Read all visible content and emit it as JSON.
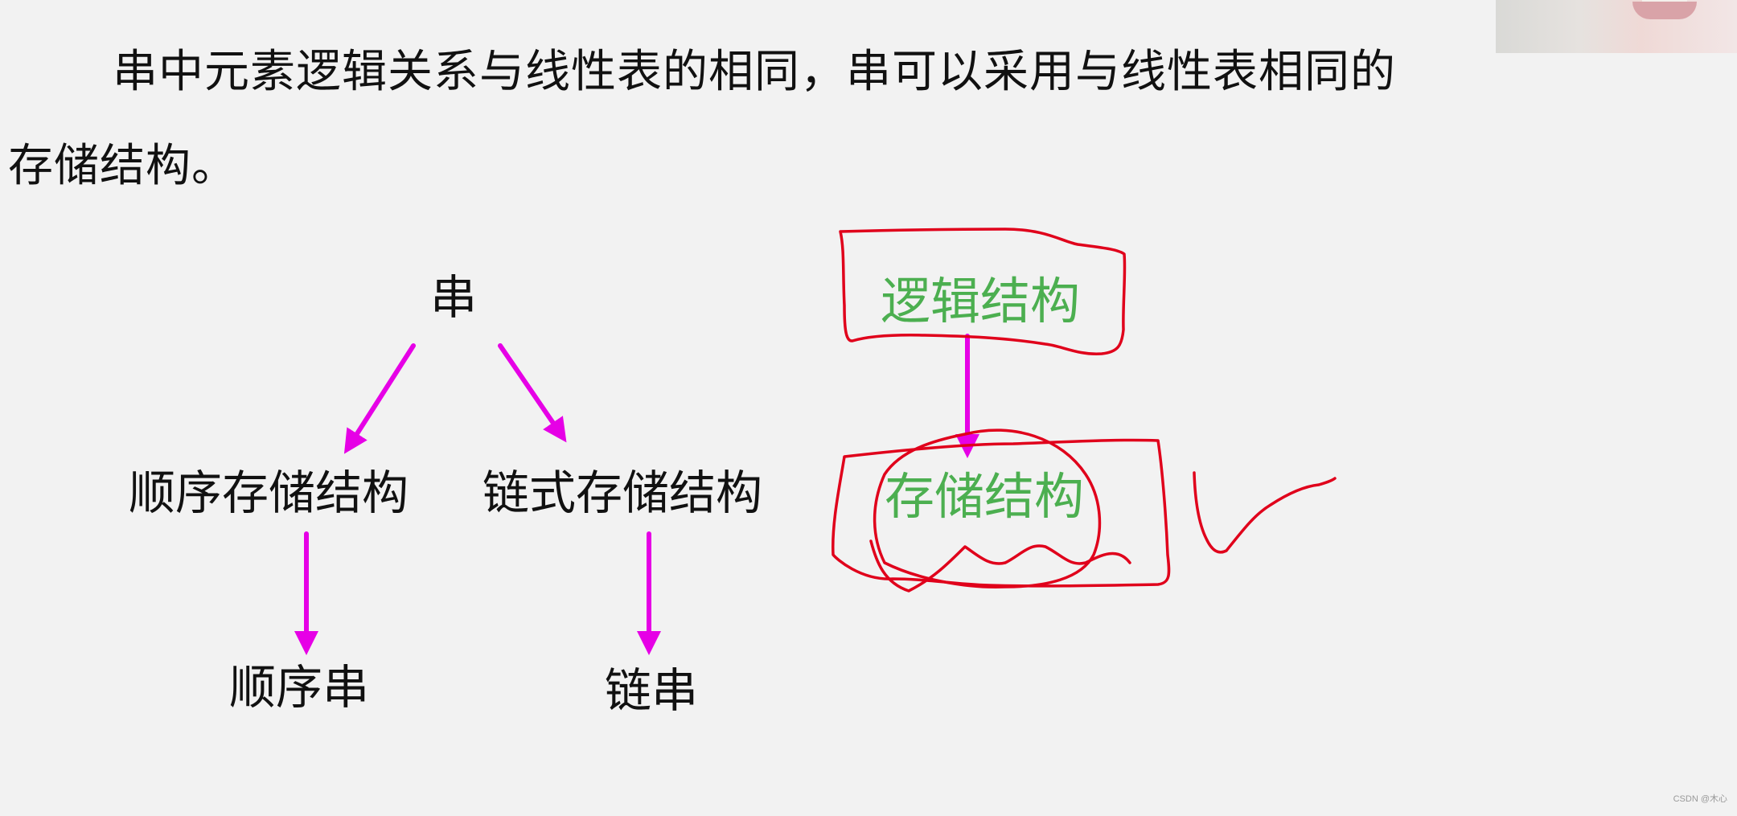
{
  "slide": {
    "paragraph": {
      "line1": "串中元素逻辑关系与线性表的相同，串可以采用与线性表相同的",
      "line2": "存储结构。"
    },
    "tree": {
      "root": "串",
      "children": [
        {
          "label": "顺序存储结构",
          "leaf": "顺序串"
        },
        {
          "label": "链式存储结构",
          "leaf": "链串"
        }
      ]
    },
    "right_diagram": {
      "top_label": "逻辑结构",
      "bottom_label": "存储结构"
    },
    "colors": {
      "background": "#f2f2f2",
      "text": "#111111",
      "arrow": "#e600e6",
      "annotation": "#e0001b",
      "green_label": "#4caf50"
    }
  },
  "watermark": "CSDN @木心"
}
